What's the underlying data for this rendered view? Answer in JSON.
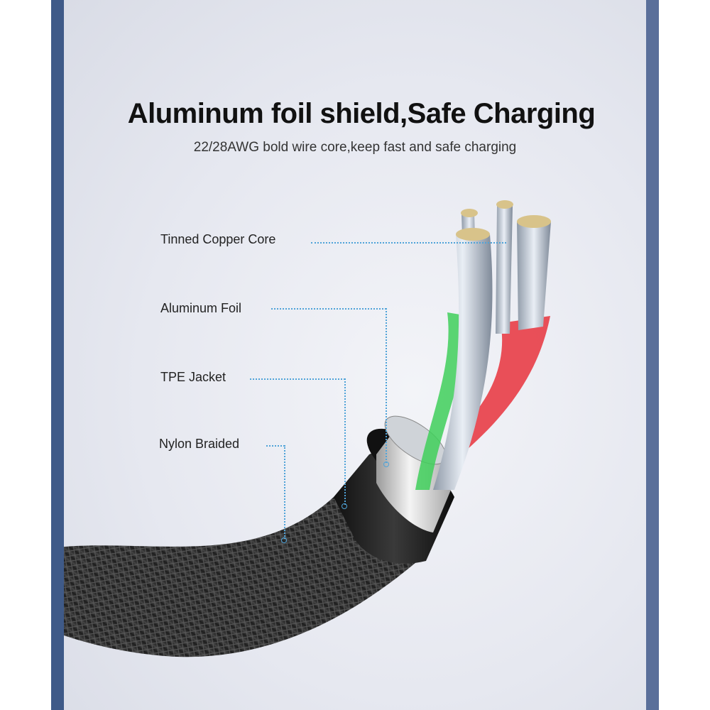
{
  "heading": {
    "title": "Aluminum foil shield,Safe Charging",
    "subtitle": "22/28AWG bold wire core,keep fast and safe charging"
  },
  "callouts": [
    {
      "label": "Tinned Copper Core"
    },
    {
      "label": "Aluminum Foil"
    },
    {
      "label": "TPE Jacket"
    },
    {
      "label": "Nylon Braided"
    }
  ],
  "colors": {
    "frame": "#3f5a88",
    "leader_line": "#4fa3d8",
    "wire_green": "#3fcf5a",
    "wire_red": "#e8323c",
    "braid": "#2a2a2a"
  }
}
